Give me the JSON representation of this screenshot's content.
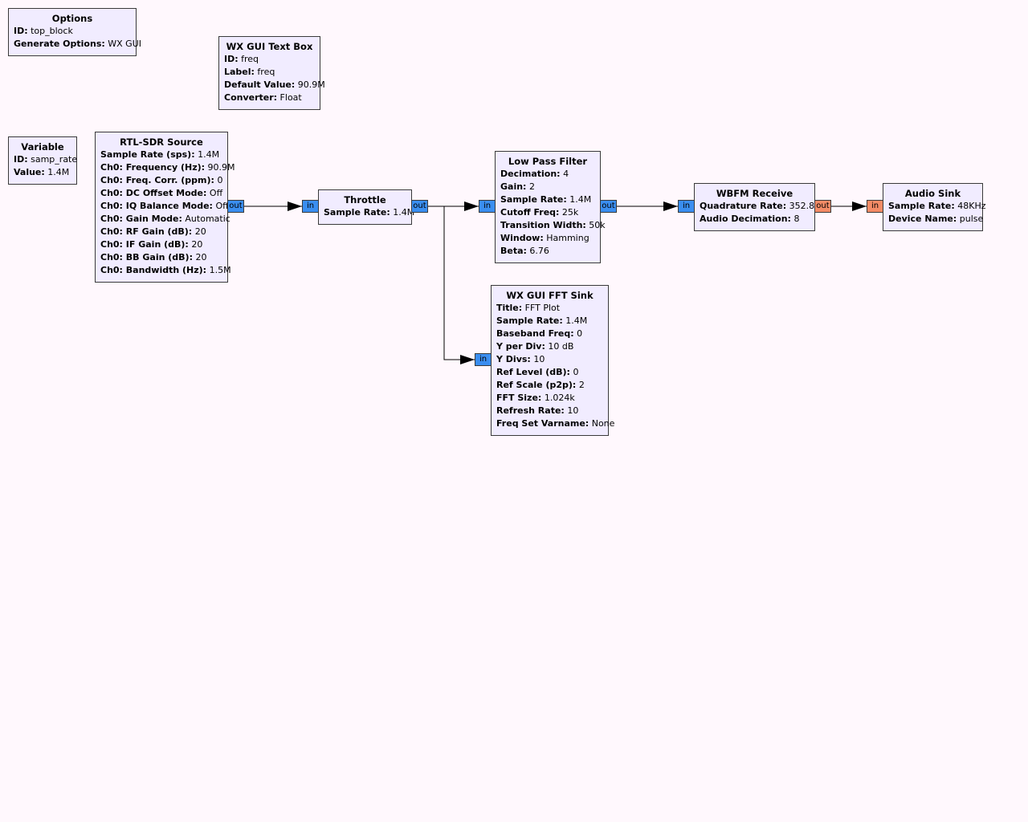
{
  "blocks": {
    "options": {
      "title": "Options",
      "params": [
        {
          "k": "ID:",
          "v": " top_block"
        },
        {
          "k": "Generate Options:",
          "v": " WX GUI"
        }
      ]
    },
    "textbox": {
      "title": "WX GUI Text Box",
      "params": [
        {
          "k": "ID:",
          "v": " freq"
        },
        {
          "k": "Label:",
          "v": " freq"
        },
        {
          "k": "Default Value:",
          "v": " 90.9M"
        },
        {
          "k": "Converter:",
          "v": " Float"
        }
      ]
    },
    "variable": {
      "title": "Variable",
      "params": [
        {
          "k": "ID:",
          "v": " samp_rate"
        },
        {
          "k": "Value:",
          "v": " 1.4M"
        }
      ]
    },
    "rtlsdr": {
      "title": "RTL-SDR Source",
      "params": [
        {
          "k": "Sample Rate (sps):",
          "v": " 1.4M"
        },
        {
          "k": "Ch0: Frequency (Hz):",
          "v": " 90.9M"
        },
        {
          "k": "Ch0: Freq. Corr. (ppm):",
          "v": " 0"
        },
        {
          "k": "Ch0: DC Offset Mode:",
          "v": " Off"
        },
        {
          "k": "Ch0: IQ Balance Mode:",
          "v": " Off"
        },
        {
          "k": "Ch0: Gain Mode:",
          "v": " Automatic"
        },
        {
          "k": "Ch0: RF Gain (dB):",
          "v": " 20"
        },
        {
          "k": "Ch0: IF Gain (dB):",
          "v": " 20"
        },
        {
          "k": "Ch0: BB Gain (dB):",
          "v": " 20"
        },
        {
          "k": "Ch0: Bandwidth (Hz):",
          "v": " 1.5M"
        }
      ],
      "out": "out"
    },
    "throttle": {
      "title": "Throttle",
      "params": [
        {
          "k": "Sample Rate:",
          "v": " 1.4M"
        }
      ],
      "in": "in",
      "out": "out"
    },
    "lpf": {
      "title": "Low Pass Filter",
      "params": [
        {
          "k": "Decimation:",
          "v": " 4"
        },
        {
          "k": "Gain:",
          "v": " 2"
        },
        {
          "k": "Sample Rate:",
          "v": " 1.4M"
        },
        {
          "k": "Cutoff Freq:",
          "v": " 25k"
        },
        {
          "k": "Transition Width:",
          "v": " 50k"
        },
        {
          "k": "Window:",
          "v": " Hamming"
        },
        {
          "k": "Beta:",
          "v": " 6.76"
        }
      ],
      "in": "in",
      "out": "out"
    },
    "wbfm": {
      "title": "WBFM Receive",
      "params": [
        {
          "k": "Quadrature Rate:",
          "v": " 352.8k"
        },
        {
          "k": "Audio Decimation:",
          "v": " 8"
        }
      ],
      "in": "in",
      "out": "out"
    },
    "audiosink": {
      "title": "Audio Sink",
      "params": [
        {
          "k": "Sample Rate:",
          "v": " 48KHz"
        },
        {
          "k": "Device Name:",
          "v": " pulse"
        }
      ],
      "in": "in"
    },
    "fftsink": {
      "title": "WX GUI FFT Sink",
      "params": [
        {
          "k": "Title:",
          "v": " FFT Plot"
        },
        {
          "k": "Sample Rate:",
          "v": " 1.4M"
        },
        {
          "k": "Baseband Freq:",
          "v": " 0"
        },
        {
          "k": "Y per Div:",
          "v": " 10 dB"
        },
        {
          "k": "Y Divs:",
          "v": " 10"
        },
        {
          "k": "Ref Level (dB):",
          "v": " 0"
        },
        {
          "k": "Ref Scale (p2p):",
          "v": " 2"
        },
        {
          "k": "FFT Size:",
          "v": " 1.024k"
        },
        {
          "k": "Refresh Rate:",
          "v": " 10"
        },
        {
          "k": "Freq Set Varname:",
          "v": " None"
        }
      ],
      "in": "in"
    }
  },
  "colors": {
    "canvas": "#fff8fd",
    "block": "#f1ecff",
    "port_complex": "#3a8ef0",
    "port_float": "#f48b66",
    "wire": "#000000"
  }
}
